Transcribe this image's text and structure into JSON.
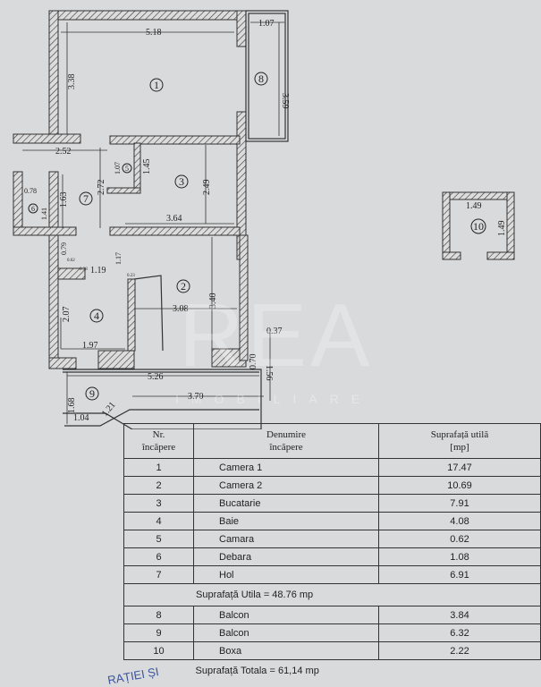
{
  "plan": {
    "rooms": [
      "1",
      "2",
      "3",
      "4",
      "5",
      "6",
      "7",
      "8",
      "9",
      "10"
    ],
    "dimensions": {
      "r1_width": "5.18",
      "r1_height": "3.38",
      "r8_width": "1.07",
      "r8_height": "3.59",
      "hall_width": "2.52",
      "r3_width": "3.64",
      "r3_height": "2.49",
      "r5_a": "1.07",
      "r5_b": "1.45",
      "hall_height": "2.72",
      "r6_width": "0.78",
      "r6_h1": "1.63",
      "r6_h2": "1.41",
      "d_079": "0.79",
      "d_062": "0.62",
      "d_038": "0.38",
      "d_023": "0.23",
      "d_119": "1.19",
      "d_117": "1.17",
      "r2_width": "3.08",
      "r2_height": "3.40",
      "r4_height": "2.07",
      "r4_width": "1.97",
      "d_037": "0.37",
      "d_070": "0.70",
      "d_156": "1.56",
      "r9_width": "5.26",
      "r9_b": "3.70",
      "r9_h": "1.68",
      "r9_c": "1.04",
      "r9_d": "1.21",
      "r10_width": "1.49",
      "r10_height": "1.49"
    }
  },
  "watermark": {
    "logo": "REA",
    "sub": "IMOBILIARE"
  },
  "table": {
    "headers": {
      "nr": [
        "Nr.",
        "încăpere"
      ],
      "name": [
        "Denumire",
        "încăpere"
      ],
      "area": [
        "Suprafață utilă",
        "[mp]"
      ]
    },
    "rows": [
      {
        "nr": "1",
        "name": "Camera 1",
        "area": "17.47"
      },
      {
        "nr": "2",
        "name": "Camera 2",
        "area": "10.69"
      },
      {
        "nr": "3",
        "name": "Bucatarie",
        "area": "7.91"
      },
      {
        "nr": "4",
        "name": "Baie",
        "area": "4.08"
      },
      {
        "nr": "5",
        "name": "Camara",
        "area": "0.62"
      },
      {
        "nr": "6",
        "name": "Debara",
        "area": "1.08"
      },
      {
        "nr": "7",
        "name": "Hol",
        "area": "6.91"
      }
    ],
    "subtotal": "Suprafață Utila = 48.76 mp",
    "extra_rows": [
      {
        "nr": "8",
        "name": "Balcon",
        "area": "3.84"
      },
      {
        "nr": "9",
        "name": "Balcon",
        "area": "6.32"
      },
      {
        "nr": "10",
        "name": "Boxa",
        "area": "2.22"
      }
    ],
    "total": "Suprafață Totala = 61,14 mp"
  },
  "stamp": "RAȚIEI ȘI"
}
